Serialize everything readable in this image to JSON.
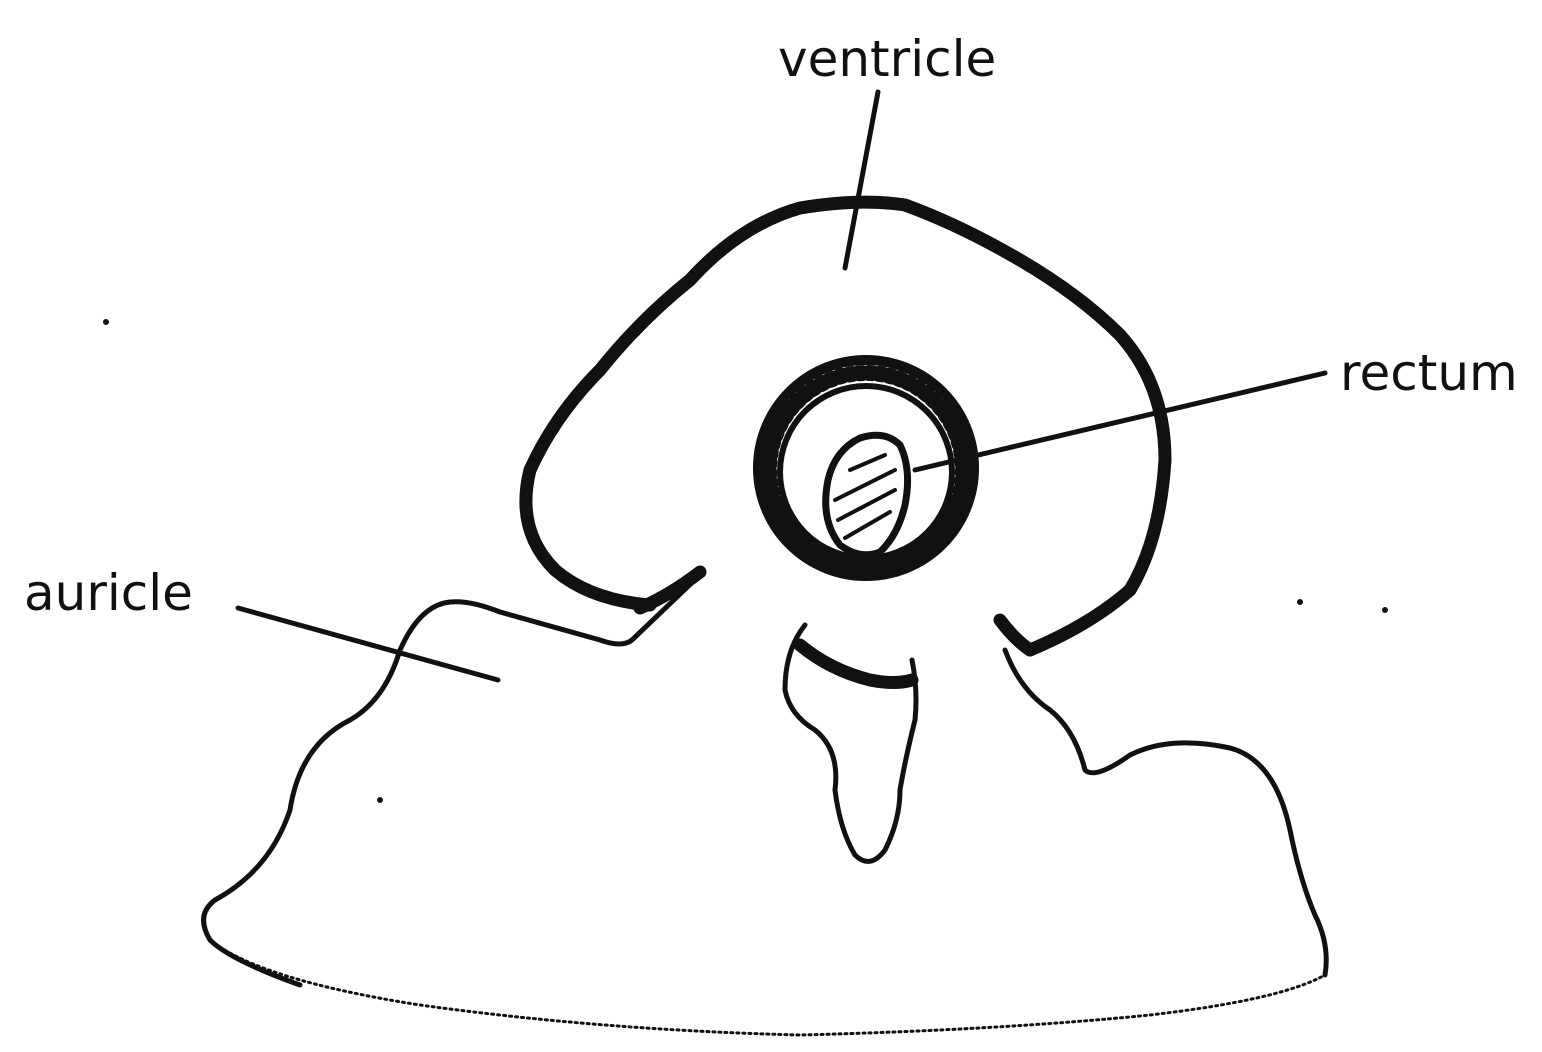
{
  "labels": {
    "ventricle": "ventricle",
    "rectum": "rectum",
    "auricle": "auricle"
  },
  "colors": {
    "ink": "#111111",
    "background": "#ffffff"
  }
}
